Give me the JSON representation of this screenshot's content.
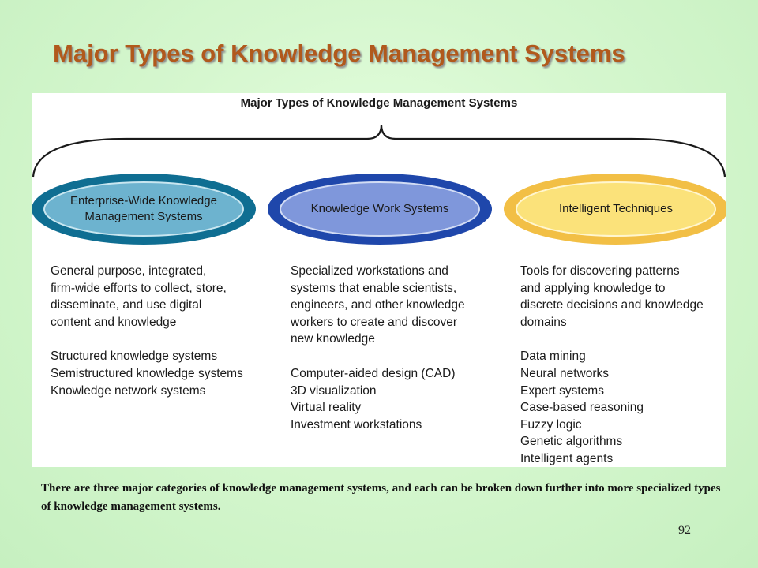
{
  "slide": {
    "title": "Major Types of Knowledge Management Systems",
    "page_number": "92",
    "caption": "There are three major categories of knowledge management systems, and each can be broken down further into more specialized types of knowledge management systems."
  },
  "figure": {
    "title": "Major Types of Knowledge Management Systems",
    "categories": [
      {
        "name": "Enterprise-Wide Knowledge Management Systems",
        "fill": "#6db3cf",
        "ring": "#0f6e92",
        "description": [
          "General purpose, integrated,",
          "firm-wide efforts to collect, store,",
          "disseminate, and use digital",
          "content and knowledge"
        ],
        "items": [
          "Structured knowledge systems",
          "Semistructured knowledge systems",
          "Knowledge network systems"
        ]
      },
      {
        "name": "Knowledge Work Systems",
        "fill": "#7f97db",
        "ring": "#1f47ab",
        "description": [
          "Specialized workstations and",
          "systems that enable scientists,",
          "engineers, and other knowledge",
          "workers to create and discover",
          "new knowledge"
        ],
        "items": [
          "Computer-aided design (CAD)",
          "3D visualization",
          "Virtual reality",
          "Investment workstations"
        ]
      },
      {
        "name": "Intelligent Techniques",
        "fill": "#fbe27a",
        "ring": "#f2bf45",
        "description": [
          "Tools for discovering patterns",
          "and applying knowledge to",
          "discrete decisions and knowledge",
          "domains"
        ],
        "items": [
          "Data mining",
          "Neural networks",
          "Expert systems",
          "Case-based reasoning",
          "Fuzzy logic",
          "Genetic algorithms",
          "Intelligent agents"
        ]
      }
    ]
  }
}
